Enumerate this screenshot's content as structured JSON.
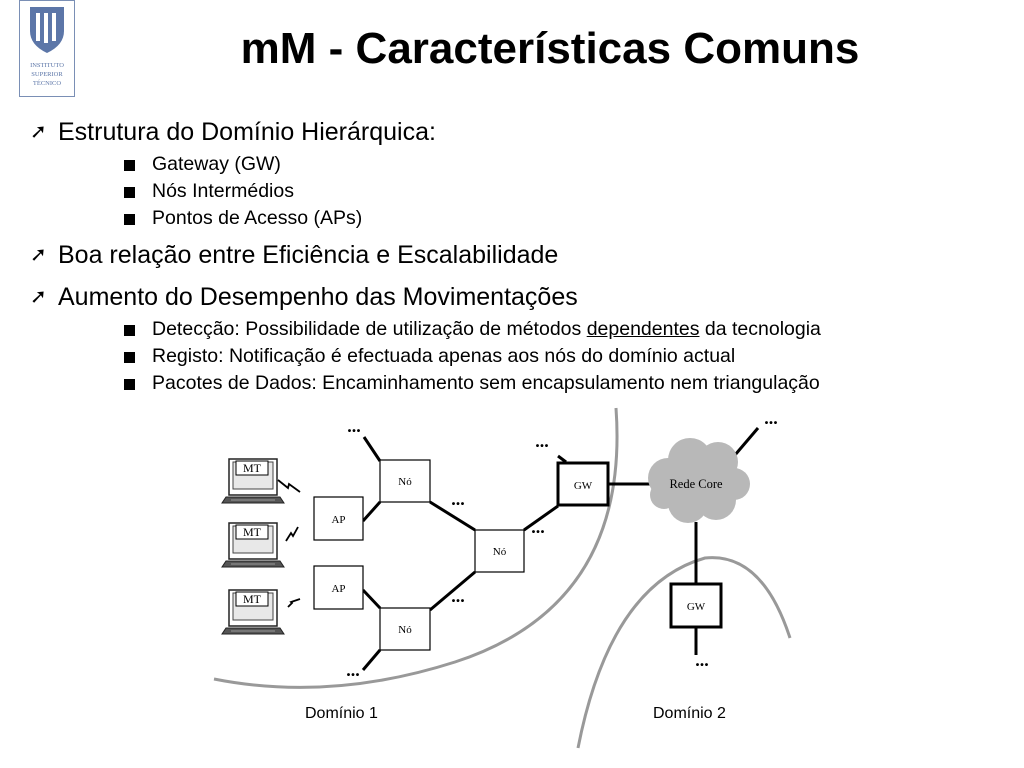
{
  "slide": {
    "title": "mM - Características Comuns",
    "logo": {
      "lines": [
        "INSTITUTO",
        "SUPERIOR",
        "TÉCNICO"
      ]
    },
    "bullets": [
      {
        "text": "Estrutura do Domínio Hierárquica:",
        "sub": [
          "Gateway (GW)",
          "Nós Intermédios",
          "Pontos de Acesso (APs)"
        ]
      },
      {
        "text": "Boa relação entre Eficiência e Escalabilidade"
      },
      {
        "text": "Aumento do Desempenho das Movimentações",
        "sub": [
          {
            "before": "Detecção: Possibilidade de utilização de métodos ",
            "underlined": "dependentes",
            "after": " da tecnologia"
          },
          "Registo: Notificação é efectuada apenas aos nós do domínio actual",
          "Pacotes de Dados: Encaminhamento sem encapsulamento nem triangulação"
        ]
      }
    ]
  },
  "diagram": {
    "mt_label": "MT",
    "ap_label": "AP",
    "no_label": "Nó",
    "gw_label": "GW",
    "core_label": "Rede Core",
    "ellipsis": "...",
    "domain1": "Domínio 1",
    "domain2": "Domínio 2"
  }
}
